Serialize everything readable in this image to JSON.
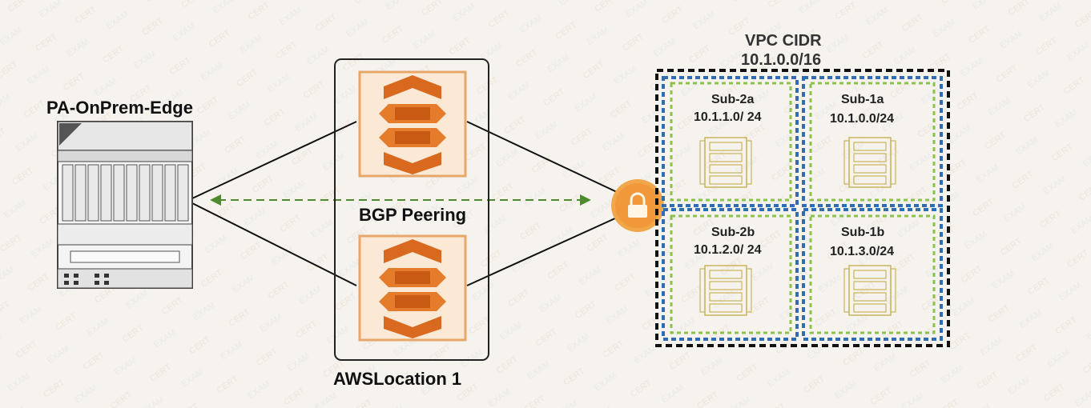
{
  "firewall": {
    "label": "PA-OnPrem-Edge",
    "icon": "firewall-appliance-icon"
  },
  "link": {
    "label": "BGP Peering"
  },
  "aws": {
    "label": "AWSLocation 1",
    "gateway_icon": "virtual-private-gateway-icon",
    "router_icon": "router-lock-icon"
  },
  "vpc": {
    "title": "VPC CIDR",
    "cidr": "10.1.0.0/16",
    "subnets": [
      {
        "name": "Sub-2a",
        "cidr": "10.1.1.0/ 24"
      },
      {
        "name": "Sub-1a",
        "cidr": "10.1.0.0/24"
      },
      {
        "name": "Sub-2b",
        "cidr": "10.1.2.0/ 24"
      },
      {
        "name": "Sub-1b",
        "cidr": "10.1.3.0/24"
      }
    ]
  },
  "colors": {
    "accent_orange": "#e07a27",
    "dash_green": "#4e8a2e",
    "vpc_border": "#111111",
    "subnet_blue": "#2e6db4",
    "subnet_green": "#8bc34a"
  }
}
